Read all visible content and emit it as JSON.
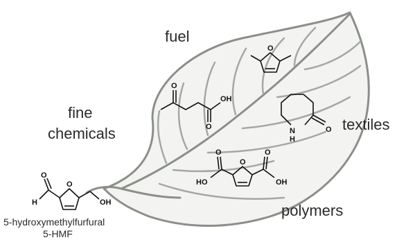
{
  "categories": {
    "fuel": "fuel",
    "fine_chemicals": [
      "fine",
      "chemicals"
    ],
    "textiles": "textiles",
    "polymers": "polymers"
  },
  "source_compound": {
    "name": "5-hydroxymethylfurfural",
    "abbrev": "5-HMF"
  },
  "atom_labels": {
    "aldehyde_O": "O",
    "aldehyde_H": "H",
    "ring_O": "O",
    "hydroxyl": "OH",
    "ketone_O": "O",
    "acid_OH": "OH",
    "dmf_O": "O",
    "lactam_NH": "N",
    "lactam_H": "H",
    "lactam_O": "O",
    "fdca_HO": "HO",
    "fdca_OH": "OH",
    "fdca_ring_O": "O",
    "fdca_O1": "O",
    "fdca_O2": "O"
  },
  "colors": {
    "leaf_stroke": "#8a8f88",
    "leaf_fill": "#f3f4f2",
    "text": "#2a2a2a",
    "bond": "#111111"
  }
}
